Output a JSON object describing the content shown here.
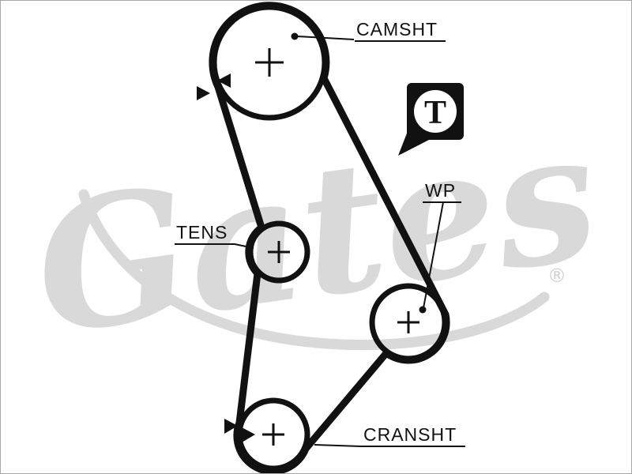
{
  "diagram": {
    "watermark": "Gates",
    "registered_mark": "®",
    "labels": {
      "camshaft": "CAMSHT",
      "tensioner": "TENS",
      "water_pump": "WP",
      "crankshaft": "CRANSHT"
    },
    "badge": {
      "letter": "T"
    },
    "colors": {
      "line": "#111111",
      "watermark": "#d9d9d9",
      "background": "#ffffff"
    }
  }
}
